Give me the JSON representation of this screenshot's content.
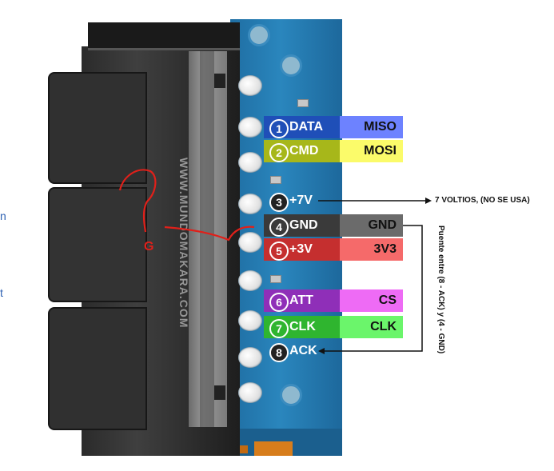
{
  "fragments": [
    "n",
    "t"
  ],
  "watermark": "WWW.MUNDOMAKARA.COM",
  "pins": [
    {
      "num": "1",
      "label": "DATA",
      "func": "MISO",
      "left_color": "#1f4fb8",
      "right_color": "#6d82ff"
    },
    {
      "num": "2",
      "label": "CMD",
      "func": "MOSI",
      "left_color": "#a7b71a",
      "right_color": "#fbfb6a"
    },
    {
      "num": "3",
      "label": "+7V",
      "func": "",
      "left_color": "",
      "right_color": ""
    },
    {
      "num": "4",
      "label": "GND",
      "func": "GND",
      "left_color": "#3a3a3a",
      "right_color": "#6b6b6b"
    },
    {
      "num": "5",
      "label": "+3V",
      "func": "3V3",
      "left_color": "#c52f2f",
      "right_color": "#f56a6a"
    },
    {
      "num": "6",
      "label": "ATT",
      "func": "CS",
      "left_color": "#8f2fb8",
      "right_color": "#ee6bf5"
    },
    {
      "num": "7",
      "label": "CLK",
      "func": "CLK",
      "left_color": "#2fb52f",
      "right_color": "#6bf56b"
    },
    {
      "num": "8",
      "label": "ACK",
      "func": "",
      "left_color": "",
      "right_color": ""
    }
  ],
  "annotations": {
    "pin3_note": "7 VOLTIOS, (NO SE USA)",
    "bridge_note": "Puente entre (8 - ACK) y (4 - GND)",
    "handwritten_mark": "G"
  },
  "colors": {
    "pcb": "#2a86bd",
    "red_ink": "#e0201a",
    "wire": "#111111"
  }
}
